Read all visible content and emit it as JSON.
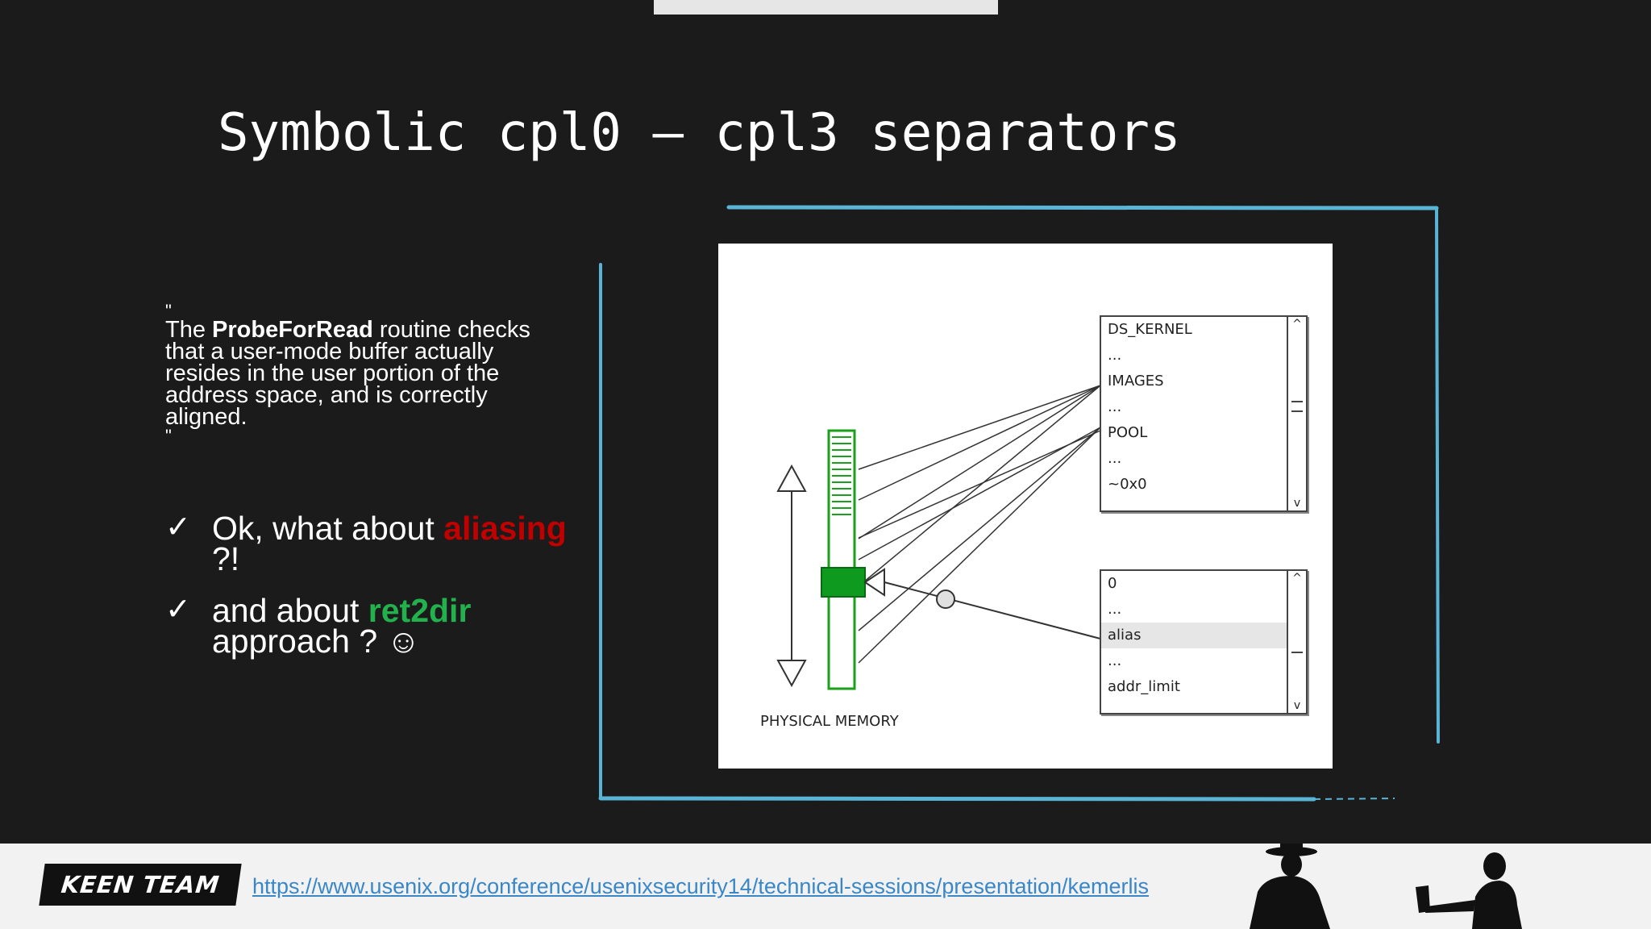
{
  "slide": {
    "title": "Symbolic cpl0 – cpl3 separators",
    "quote": {
      "open_mark": "\"",
      "pre": "The ",
      "bold": "ProbeForRead",
      "post": " routine checks that a user-mode buffer actually resides in the user portion of the address space, and is correctly aligned.",
      "close_mark": "\""
    },
    "bullets": [
      {
        "check": "✓",
        "pre": "Ok, what about ",
        "highlight": "aliasing",
        "post": " ?!",
        "highlight_color": "#c00000"
      },
      {
        "check": "✓",
        "pre": "and about ",
        "highlight": "ret2dir",
        "post": " approach ? ☺",
        "highlight_color": "#22b14c"
      }
    ]
  },
  "diagram": {
    "physical_memory_label": "PHYSICAL MEMORY",
    "top_list": {
      "items": [
        "DS_KERNEL",
        "...",
        "IMAGES",
        "...",
        "POOL",
        "...",
        "~0x0"
      ],
      "scroll_up": "^",
      "scroll_down": "v"
    },
    "bottom_list": {
      "items": [
        "0",
        "...",
        "alias",
        "...",
        "addr_limit"
      ],
      "selected_index": 2,
      "scroll_up": "^",
      "scroll_down": "v"
    },
    "colors": {
      "frame": "#5ab4d6",
      "memory_bar": "#1aa01a",
      "block": "#0d9a1f"
    }
  },
  "footer": {
    "logo_text": "KEEN TEAM",
    "link": "https://www.usenix.org/conference/usenixsecurity14/technical-sessions/presentation/kemerlis"
  }
}
